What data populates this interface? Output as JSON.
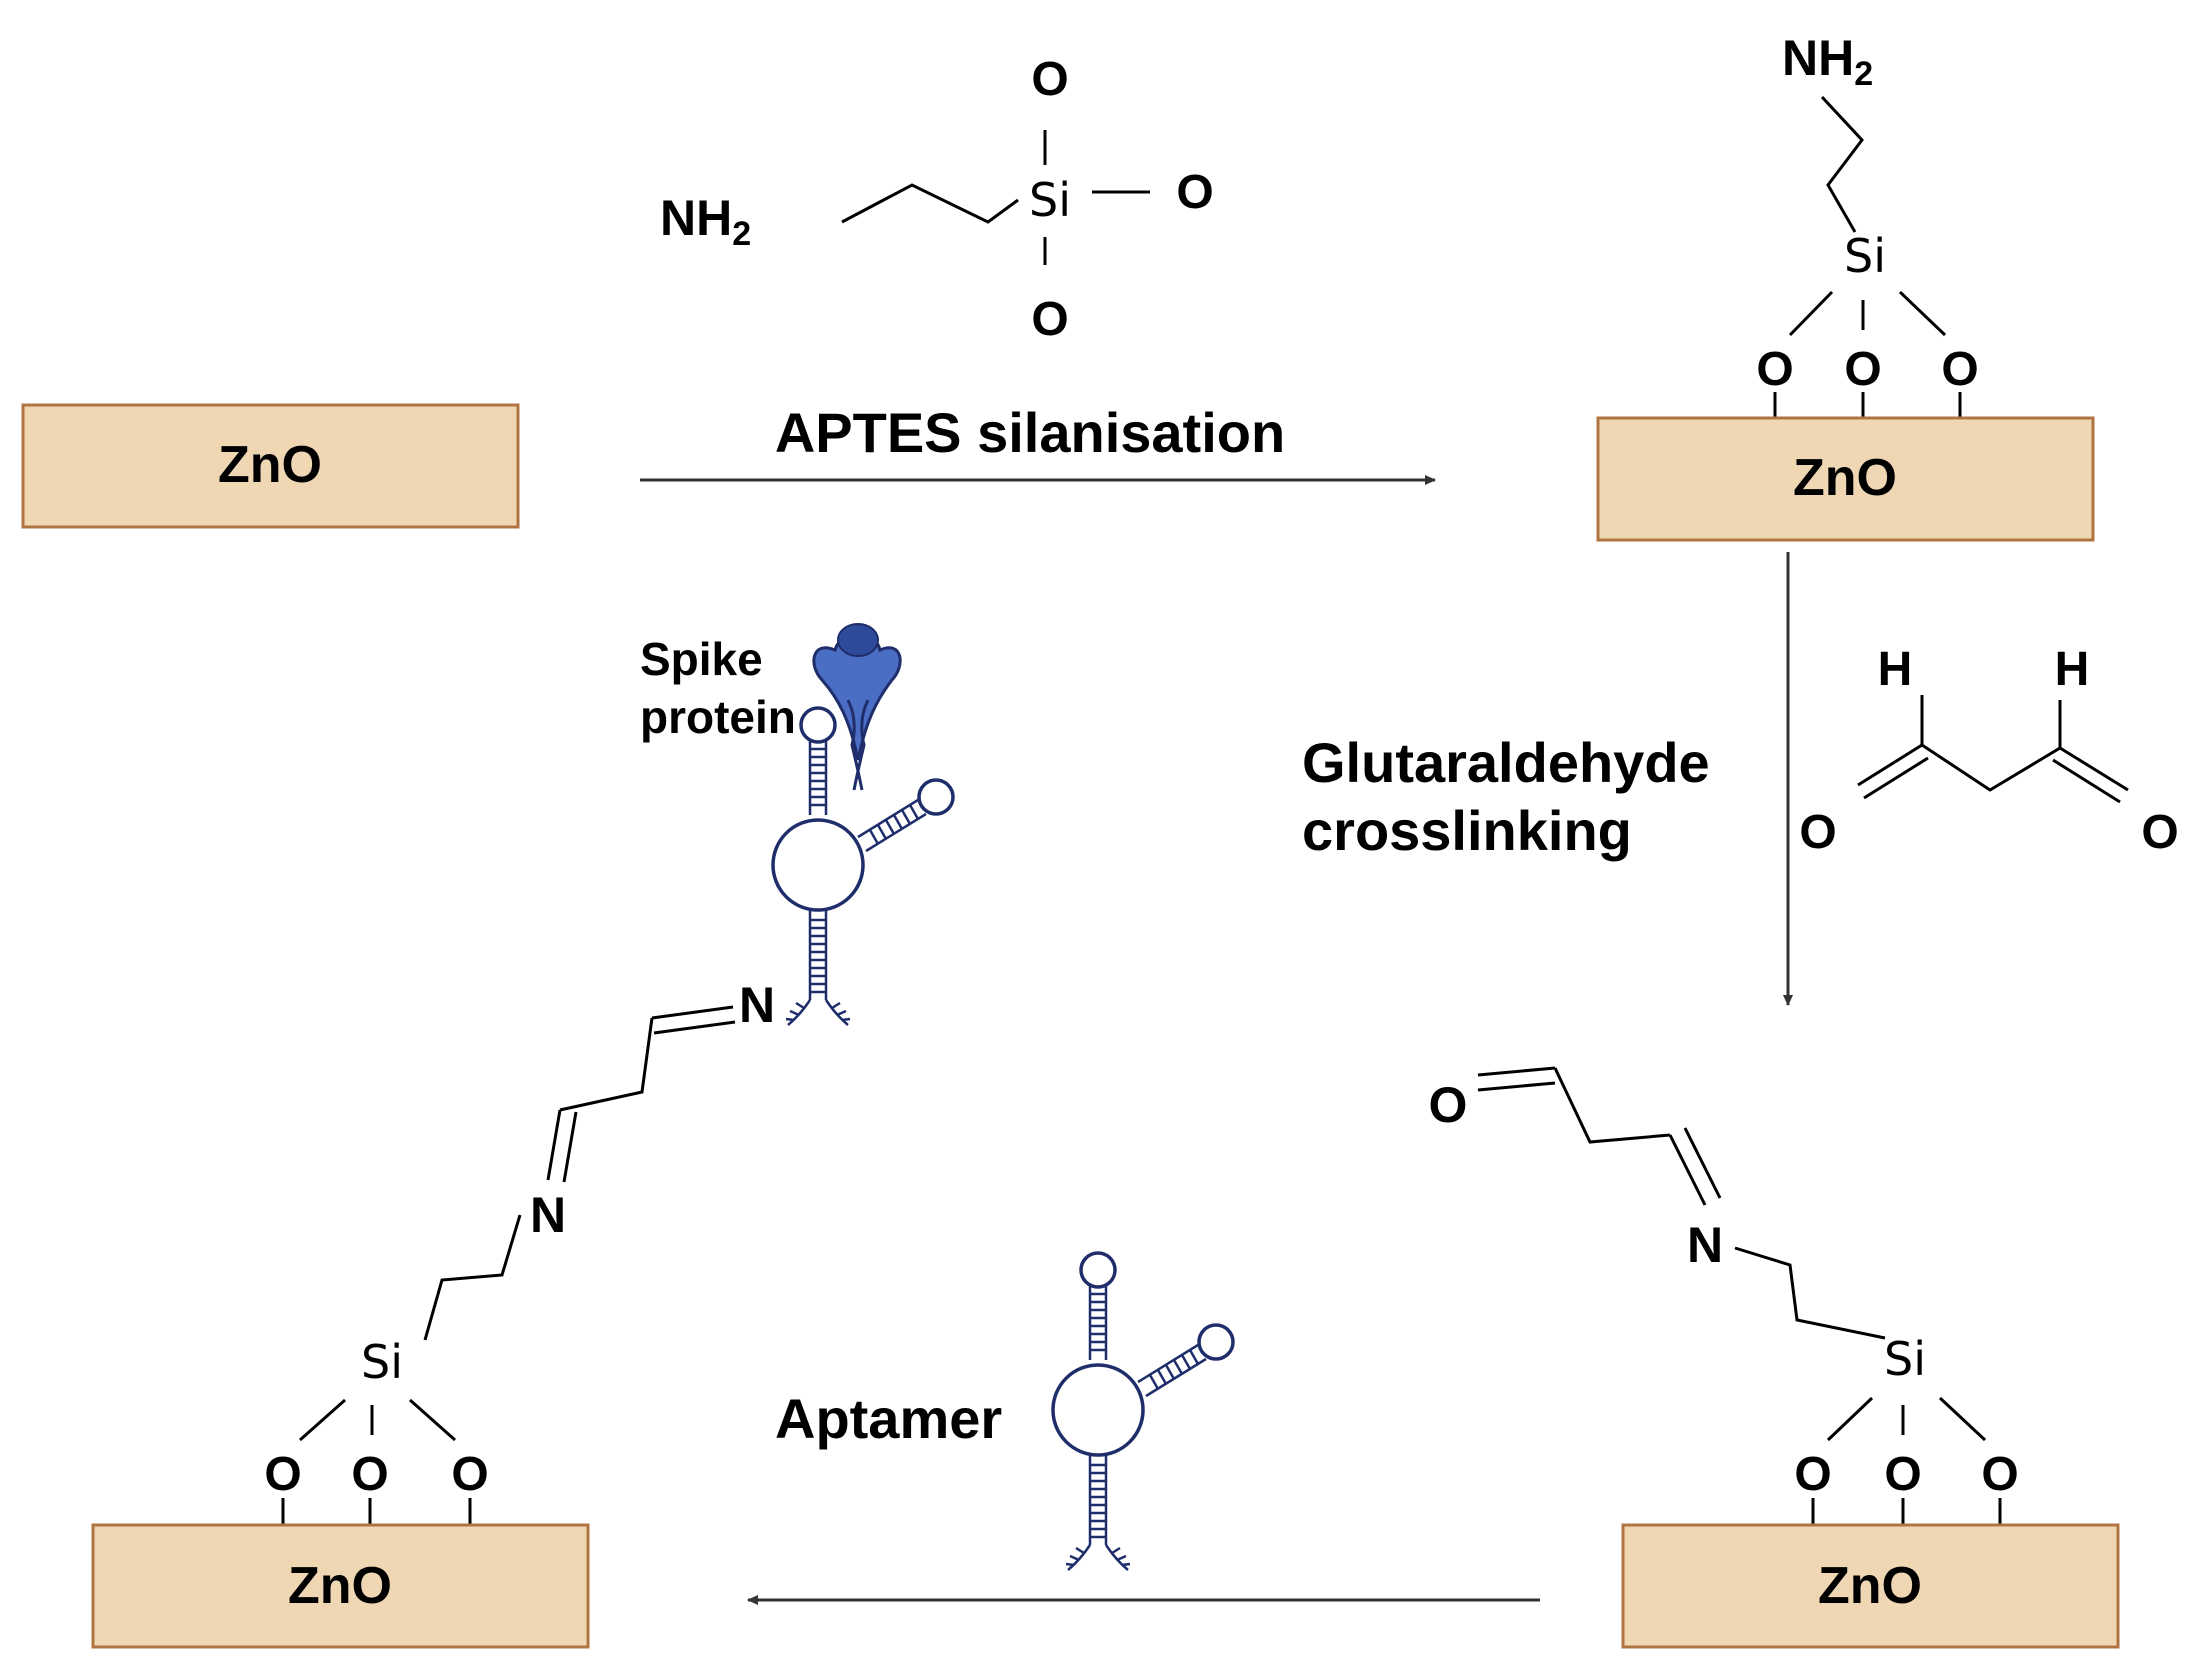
{
  "substrate_label": "ZnO",
  "arrows": {
    "silanisation": "APTES  silanisation",
    "crosslinking_line1": "Glutaraldehyde",
    "crosslinking_line2": "crosslinking",
    "aptamer": "Aptamer"
  },
  "spike": {
    "line1": "Spike",
    "line2": "protein"
  },
  "atoms": {
    "oxygen": "O",
    "silicon": "Si",
    "nitrogen": "N",
    "hydrogen": "H",
    "amine": "NH",
    "amine_subscript": "2"
  },
  "colors": {
    "substrate_fill": "#efd7b4",
    "substrate_border": "#b07440",
    "aptamer_stroke": "#1f2d6b",
    "spike_fill": "#4a6ec4"
  }
}
